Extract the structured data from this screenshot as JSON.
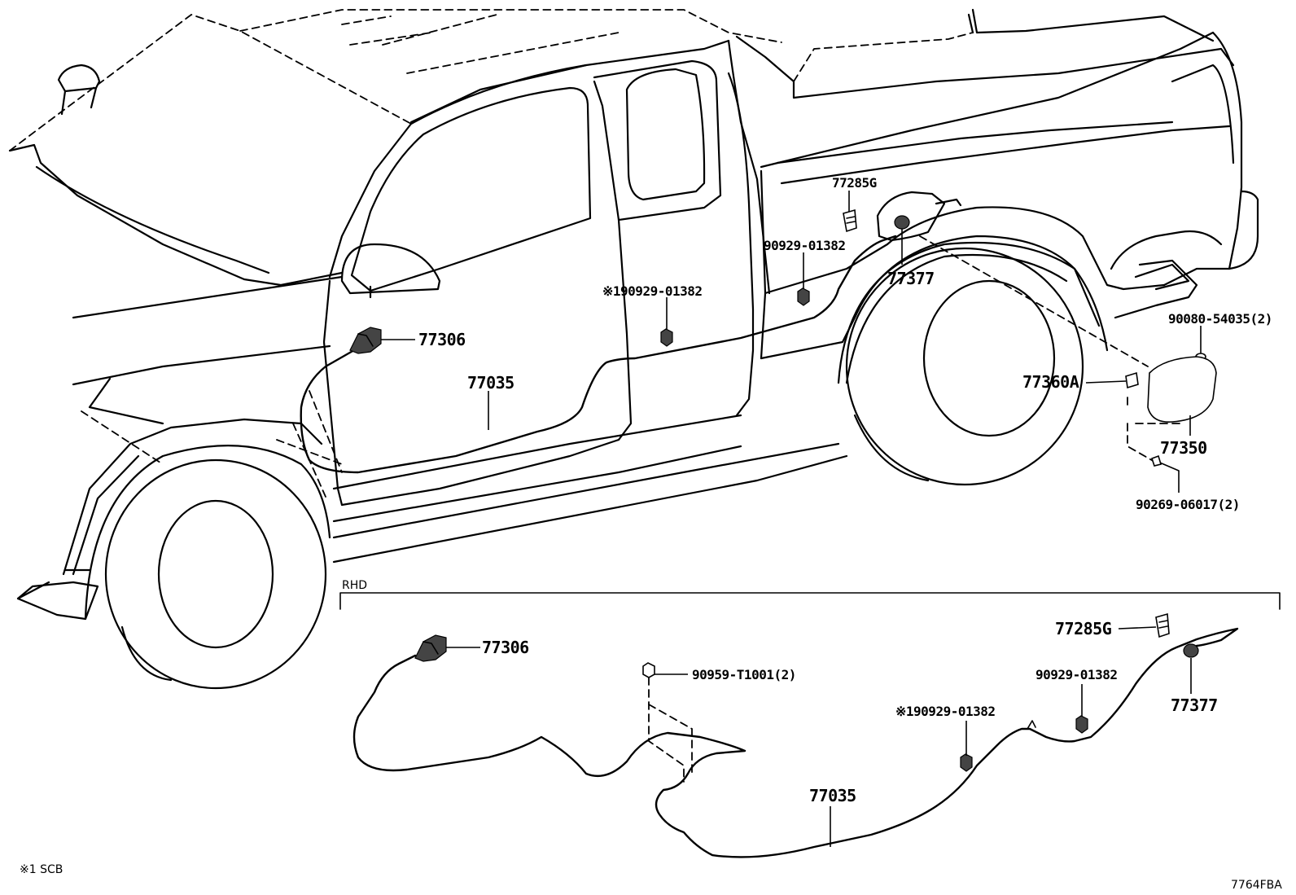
{
  "callouts": {
    "p77285g_top": "77285G",
    "p90929_top": "90929-01382",
    "p77377_top": "77377",
    "p1_90929_top": "※190929-01382",
    "p77306_top": "77306",
    "p77035_top": "77035",
    "p90080": "90080-54035(2)",
    "p77360a": "77360A",
    "p77350": "77350",
    "p90269": "90269-06017(2)",
    "p77306_rhd": "77306",
    "p90959": "90959-T1001(2)",
    "p77285g_rhd": "77285G",
    "p90929_rhd": "90929-01382",
    "p77377_rhd": "77377",
    "p1_90929_rhd": "※190929-01382",
    "p77035_rhd": "77035"
  },
  "rhd_label": "RHD",
  "footnote": "※1 SCB",
  "figure_code": "7764FBA"
}
